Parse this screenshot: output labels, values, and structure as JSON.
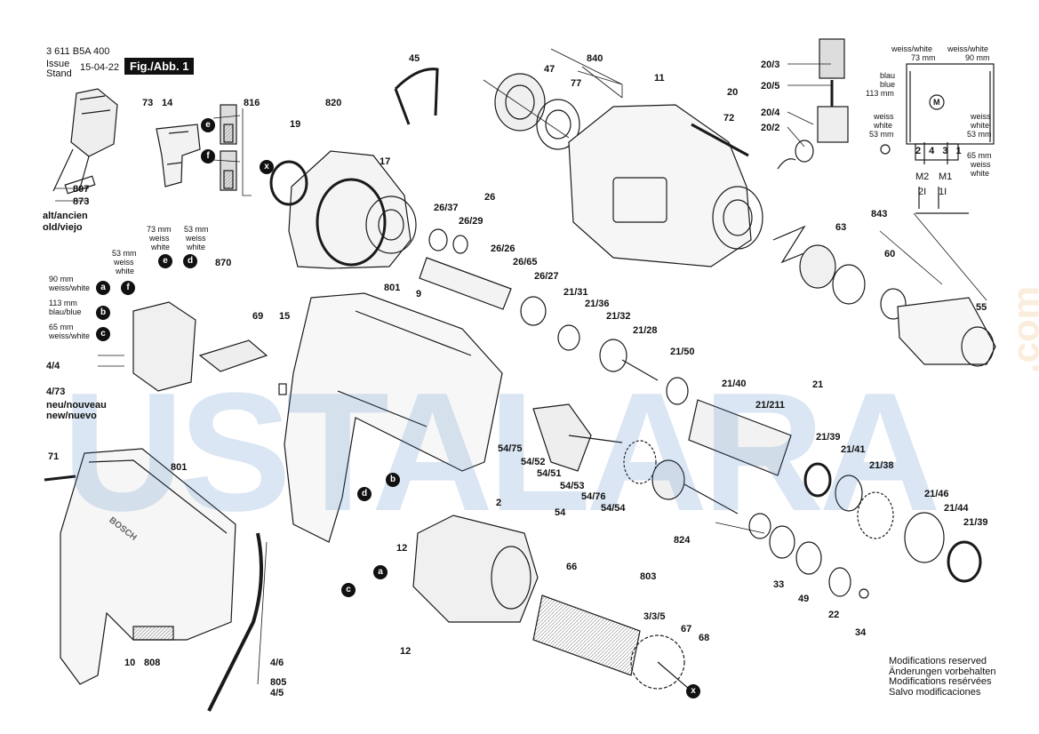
{
  "header": {
    "part_number": "3 611 B5A 400",
    "issue_label": "Issue",
    "stand_label": "Stand",
    "date": "15-04-22",
    "figure": "Fig./Abb. 1"
  },
  "old_new": {
    "old": "alt/ancien",
    "old2": "old/viejo",
    "new": "neu/nouveau",
    "new2": "new/nuevo"
  },
  "wire_labels": {
    "w73": "73 mm",
    "w53": "53 mm",
    "w90": "90 mm",
    "w113": "113 mm",
    "w65": "65 mm",
    "weiss_white": "weiss/white",
    "blau_blue": "blau/blue",
    "weiss": "weiss",
    "white": "white",
    "blau": "blau",
    "blue": "blue"
  },
  "schematic": {
    "pins": "2 4 3 1",
    "m2": "M2",
    "m1": "M1",
    "i2": "2I",
    "i1": "1I",
    "motor": "M"
  },
  "callouts": [
    "a",
    "b",
    "c",
    "d",
    "e",
    "f",
    "x"
  ],
  "parts": {
    "p73": "73",
    "p14": "14",
    "p816": "816",
    "p807": "807",
    "p873": "873",
    "p820": "820",
    "p19": "19",
    "p17": "17",
    "p45": "45",
    "p47": "47",
    "p840": "840",
    "p77": "77",
    "p11": "11",
    "p72": "72",
    "p20_3": "20/3",
    "p20_5": "20/5",
    "p20": "20",
    "p20_4": "20/4",
    "p20_2": "20/2",
    "p870": "870",
    "p801a": "801",
    "p9": "9",
    "p69": "69",
    "p15": "15",
    "p4_4": "4/4",
    "p4_73": "4/73",
    "p71": "71",
    "p801b": "801",
    "p26_37": "26/37",
    "p26": "26",
    "p26_29": "26/29",
    "p26_26": "26/26",
    "p26_65": "26/65",
    "p26_27": "26/27",
    "p21_31": "21/31",
    "p21_36": "21/36",
    "p21_32": "21/32",
    "p21_28": "21/28",
    "p21_50": "21/50",
    "p21_40": "21/40",
    "p21": "21",
    "p21_211": "21/211",
    "p21_39a": "21/39",
    "p21_41": "21/41",
    "p21_38": "21/38",
    "p21_46": "21/46",
    "p21_44": "21/44",
    "p21_39b": "21/39",
    "p843": "843",
    "p63": "63",
    "p60": "60",
    "p55": "55",
    "p54_75": "54/75",
    "p54_52": "54/52",
    "p54_51": "54/51",
    "p54_53": "54/53",
    "p54": "54",
    "p54_76": "54/76",
    "p54_54": "54/54",
    "p2": "2",
    "p12a": "12",
    "p12b": "12",
    "p824": "824",
    "p66": "66",
    "p803": "803",
    "p3_3_5": "3/3/5",
    "p67": "67",
    "p68": "68",
    "p33": "33",
    "p49": "49",
    "p22": "22",
    "p34": "34",
    "p10": "10",
    "p808": "808",
    "p4_6": "4/6",
    "p805": "805",
    "p4_5": "4/5"
  },
  "brand": "BOSCH",
  "watermark": "USTALARA",
  "watermark_side": ".com",
  "notes": [
    "Modifications reserved",
    "Änderungen vorbehalten",
    "Modifications resérvées",
    "Salvo modificaciones"
  ],
  "colors": {
    "ink": "#1a1a1a",
    "watermark_blue": "#3a7bbf",
    "watermark_orange": "#e6a23c"
  }
}
